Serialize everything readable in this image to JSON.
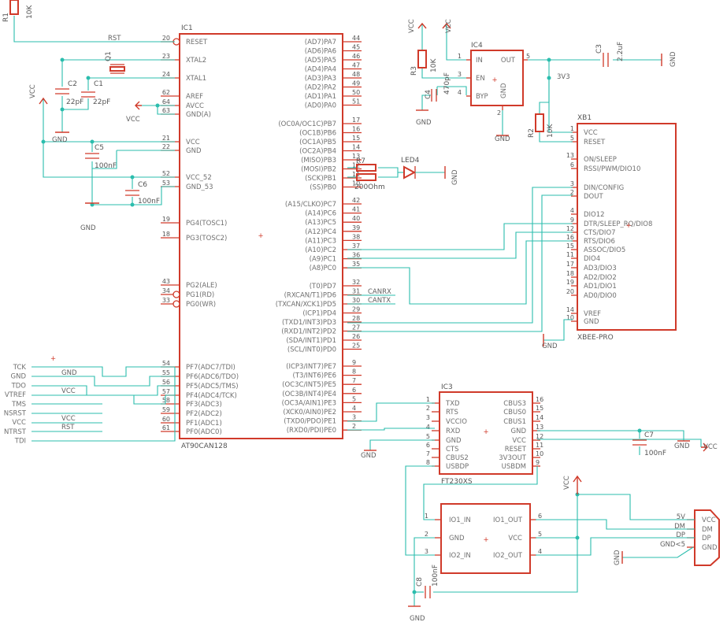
{
  "ic1": {
    "ref": "IC1",
    "value": "AT90CAN128",
    "left_pins": [
      {
        "name": "RESET",
        "num": "20"
      },
      {
        "name": "XTAL2",
        "num": "23"
      },
      {
        "name": "XTAL1",
        "num": "24"
      },
      {
        "name": "AREF",
        "num": "62"
      },
      {
        "name": "AVCC",
        "num": "64"
      },
      {
        "name": "GND(A)",
        "num": "63"
      },
      {
        "name": "VCC",
        "num": "21"
      },
      {
        "name": "GND",
        "num": "22"
      },
      {
        "name": "VCC_52",
        "num": "52"
      },
      {
        "name": "GND_53",
        "num": "53"
      },
      {
        "name": "PG4(TOSC1)",
        "num": "19"
      },
      {
        "name": "PG3(TOSC2)",
        "num": "18"
      },
      {
        "name": "PG2(ALE)",
        "num": "43"
      },
      {
        "name": "PG1(RD)",
        "num": "34"
      },
      {
        "name": "PG0(WR)",
        "num": "33"
      },
      {
        "name": "PF7(ADC7/TDI)",
        "num": "54"
      },
      {
        "name": "PF6(ADC6/TDO)",
        "num": "55"
      },
      {
        "name": "PF5(ADC5/TMS)",
        "num": "56"
      },
      {
        "name": "PF4(ADC4/TCK)",
        "num": "57"
      },
      {
        "name": "PF3(ADC3)",
        "num": "58"
      },
      {
        "name": "PF2(ADC2)",
        "num": "59"
      },
      {
        "name": "PF1(ADC1)",
        "num": "60"
      },
      {
        "name": "PF0(ADC0)",
        "num": "61"
      }
    ],
    "right_pins": [
      {
        "name": "(AD7)PA7",
        "num": "44"
      },
      {
        "name": "(AD6)PA6",
        "num": "45"
      },
      {
        "name": "(AD5)PA5",
        "num": "46"
      },
      {
        "name": "(AD4)PA4",
        "num": "47"
      },
      {
        "name": "(AD3)PA3",
        "num": "48"
      },
      {
        "name": "(AD2)PA2",
        "num": "49"
      },
      {
        "name": "(AD1)PA1",
        "num": "50"
      },
      {
        "name": "(AD0)PA0",
        "num": "51"
      },
      {
        "name": "(OC0A/OC1C)PB7",
        "num": "17"
      },
      {
        "name": "(OC1B)PB6",
        "num": "16"
      },
      {
        "name": "(OC1A)PB5",
        "num": "15"
      },
      {
        "name": "(OC2A)PB4",
        "num": "14"
      },
      {
        "name": "(MISO)PB3",
        "num": "13"
      },
      {
        "name": "(MOSI)PB2",
        "num": "12"
      },
      {
        "name": "(SCK)PB1",
        "num": "11"
      },
      {
        "name": "(SS)PB0",
        "num": "10"
      },
      {
        "name": "(A15/CLKO)PC7",
        "num": "42"
      },
      {
        "name": "(A14)PC6",
        "num": "41"
      },
      {
        "name": "(A13)PC5",
        "num": "40"
      },
      {
        "name": "(A12)PC4",
        "num": "39"
      },
      {
        "name": "(A11)PC3",
        "num": "38"
      },
      {
        "name": "(A10)PC2",
        "num": "37"
      },
      {
        "name": "(A9)PC1",
        "num": "36"
      },
      {
        "name": "(A8)PC0",
        "num": "35"
      },
      {
        "name": "(T0)PD7",
        "num": "32"
      },
      {
        "name": "(RXCAN/T1)PD6",
        "num": "31"
      },
      {
        "name": "(TXCAN/XCK1)PD5",
        "num": "30"
      },
      {
        "name": "(ICP1)PD4",
        "num": "29"
      },
      {
        "name": "(TXD1/INT3)PD3",
        "num": "28"
      },
      {
        "name": "(RXD1/INT2)PD2",
        "num": "27"
      },
      {
        "name": "(SDA/INT1)PD1",
        "num": "26"
      },
      {
        "name": "(SCL/INT0)PD0",
        "num": "25"
      },
      {
        "name": "(ICP3/INT7)PE7",
        "num": "9"
      },
      {
        "name": "(T3/INT6)PE6",
        "num": "8"
      },
      {
        "name": "(OC3C/INT5)PE5",
        "num": "7"
      },
      {
        "name": "(OC3B/INT4)PE4",
        "num": "6"
      },
      {
        "name": "(OC3A/AIN1)PE3",
        "num": "5"
      },
      {
        "name": "(XCK0/AIN0)PE2",
        "num": "4"
      },
      {
        "name": "(TXD0/PDO)PE1",
        "num": "3"
      },
      {
        "name": "(RXD0/PDI)PE0",
        "num": "2"
      }
    ]
  },
  "ic3": {
    "ref": "IC3",
    "value": "FT230XS",
    "left_pins": [
      {
        "name": "TXD",
        "num": "1"
      },
      {
        "name": "RTS",
        "num": "2"
      },
      {
        "name": "VCCIO",
        "num": "3"
      },
      {
        "name": "RXD",
        "num": "4"
      },
      {
        "name": "GND",
        "num": "5"
      },
      {
        "name": "CTS",
        "num": "6"
      },
      {
        "name": "CBUS2",
        "num": "7"
      },
      {
        "name": "USBDP",
        "num": "8"
      }
    ],
    "right_pins": [
      {
        "name": "CBUS3",
        "num": "16"
      },
      {
        "name": "CBUS0",
        "num": "15"
      },
      {
        "name": "CBUS1",
        "num": "14"
      },
      {
        "name": "GND",
        "num": "13"
      },
      {
        "name": "VCC",
        "num": "12"
      },
      {
        "name": "RESET",
        "num": "11"
      },
      {
        "name": "3V3OUT",
        "num": "10"
      },
      {
        "name": "USBDM",
        "num": "9"
      }
    ]
  },
  "ic4": {
    "ref": "IC4",
    "pins": [
      {
        "name": "IN",
        "num": "1"
      },
      {
        "name": "EN",
        "num": "3"
      },
      {
        "name": "BYP",
        "num": "4"
      },
      {
        "name": "OUT",
        "num": "5"
      },
      {
        "name": "GND",
        "num": "2"
      }
    ]
  },
  "xb1": {
    "ref": "XB1",
    "value": "XBEE-PRO",
    "pins": [
      {
        "name": "VCC",
        "num": "1"
      },
      {
        "name": "RESET",
        "num": "5"
      },
      {
        "name": "ON/SLEEP",
        "num": "13"
      },
      {
        "name": "RSSI/PWM/DIO10",
        "num": "6"
      },
      {
        "name": "DIN/CONFIG",
        "num": "3"
      },
      {
        "name": "DOUT",
        "num": "2"
      },
      {
        "name": "DIO12",
        "num": "4"
      },
      {
        "name": "DTR/SLEEP_RQ/DIO8",
        "num": "9"
      },
      {
        "name": "CTS/DIO7",
        "num": "12"
      },
      {
        "name": "RTS/DIO6",
        "num": "16"
      },
      {
        "name": "ASSOC/DIO5",
        "num": "15"
      },
      {
        "name": "DIO4",
        "num": "11"
      },
      {
        "name": "AD3/DIO3",
        "num": "17"
      },
      {
        "name": "AD2/DIO2",
        "num": "18"
      },
      {
        "name": "AD1/DIO1",
        "num": "19"
      },
      {
        "name": "AD0/DIO0",
        "num": "20"
      },
      {
        "name": "VREF",
        "num": "14"
      },
      {
        "name": "GND",
        "num": "10"
      }
    ]
  },
  "protect": {
    "pins": [
      {
        "name": "IO1_IN",
        "num": "1"
      },
      {
        "name": "GND",
        "num": "2"
      },
      {
        "name": "IO2_IN",
        "num": "3"
      },
      {
        "name": "IO1_OUT",
        "num": "6"
      },
      {
        "name": "VCC",
        "num": "5"
      },
      {
        "name": "IO2_OUT",
        "num": "4"
      }
    ]
  },
  "usb": {
    "pins": [
      "VCC",
      "DM",
      "DP",
      "GND"
    ],
    "nets": [
      "5V",
      "DM",
      "DP",
      "GND<5"
    ]
  },
  "jtag": {
    "labels": [
      "TCK",
      "GND",
      "TDO",
      "VTREF",
      "TMS",
      "NSRST",
      "VCC",
      "NTRST",
      "TDI"
    ],
    "wire_nets": [
      "GND",
      "VCC",
      "VCC",
      "RST"
    ]
  },
  "parts": {
    "r1": {
      "ref": "R1",
      "value": "10K"
    },
    "r2": {
      "ref": "R2",
      "value": "10K"
    },
    "r3": {
      "ref": "R3",
      "value": "10K"
    },
    "r7": {
      "ref": "R7",
      "value": "200Ohm"
    },
    "q1": {
      "ref": "Q1"
    },
    "c1": {
      "ref": "C1",
      "value": "22pF"
    },
    "c2": {
      "ref": "C2",
      "value": "22pF"
    },
    "c3": {
      "ref": "C3",
      "value": "2.2uF"
    },
    "c4": {
      "ref": "C4",
      "value": "470pF"
    },
    "c5": {
      "ref": "C5",
      "value": "100nF"
    },
    "c6": {
      "ref": "C6",
      "value": "100nF"
    },
    "c7": {
      "ref": "C7",
      "value": "100nF"
    },
    "c8": {
      "ref": "C8",
      "value": "100nF"
    },
    "led": {
      "ref": "LED4"
    }
  },
  "nets": {
    "rst": "RST",
    "vcc": "VCC",
    "gnd": "GND",
    "v3v3": "3V3",
    "canrx": "CANRX",
    "cantx": "CANTX"
  },
  "colors": {
    "part": "#d03a2a",
    "wire": "#2bbdad",
    "text": "#707070",
    "background": "#ffffff"
  }
}
